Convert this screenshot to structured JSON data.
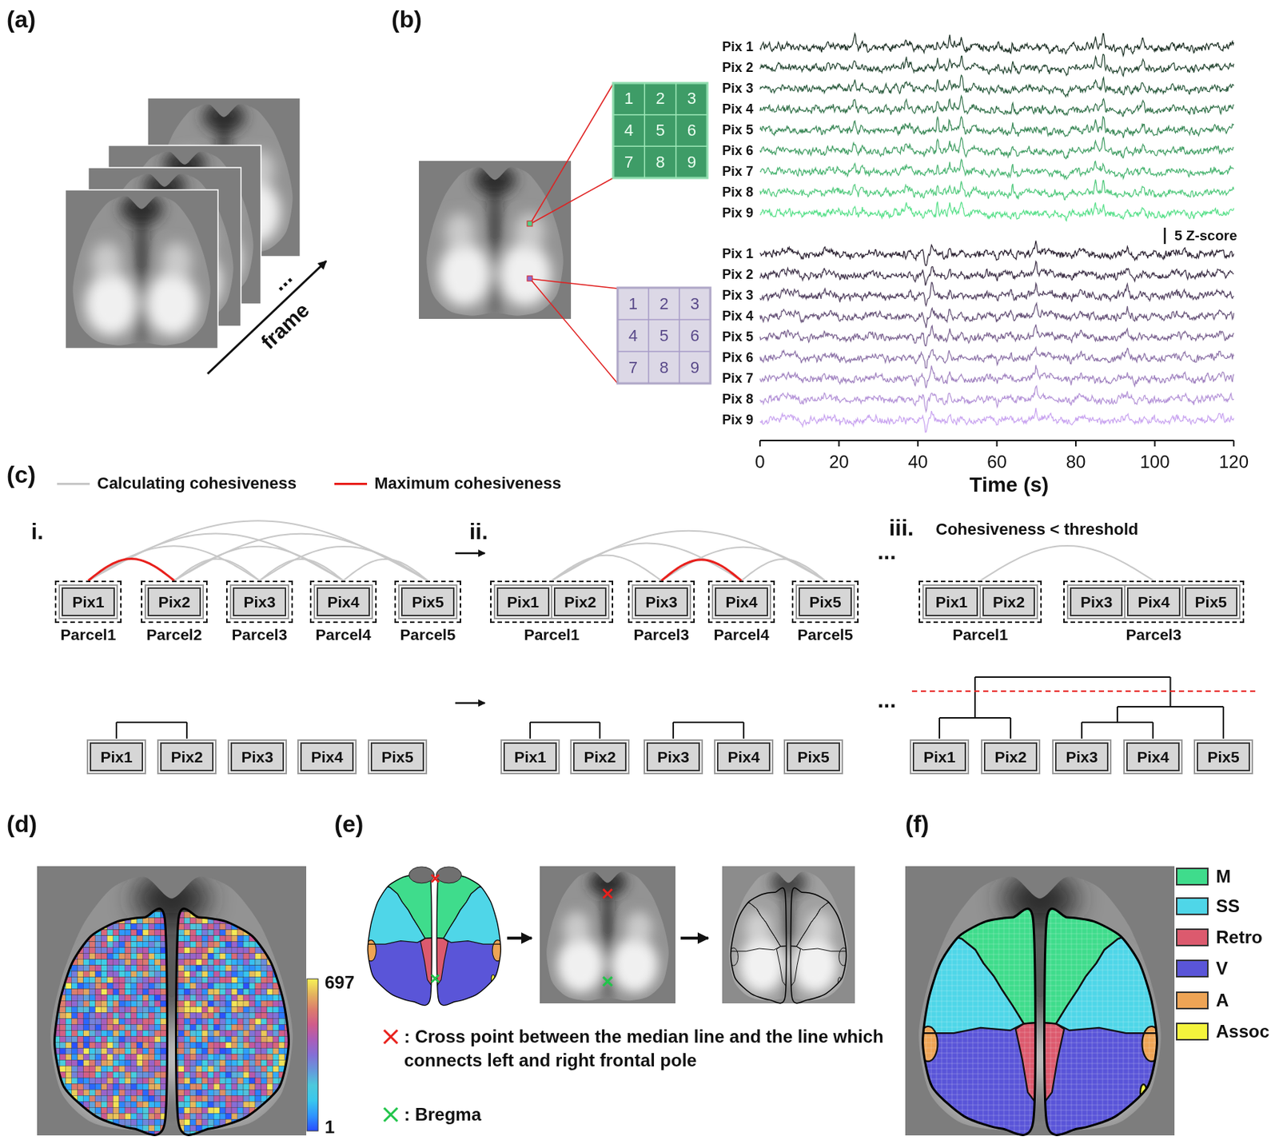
{
  "diagram": {
    "nodes": [
      {
        "text": [
          "Parcel1"
        ]
      },
      {
        "text": [
          "Pix1"
        ],
        "in": 0
      },
      {
        "text": [
          "Parcel2"
        ]
      },
      {
        "text": [
          "Pix2"
        ],
        "in": 2
      },
      {
        "text": [
          "Parcel3"
        ]
      },
      {
        "text": [
          "Pix3"
        ],
        "in": 4
      },
      {
        "text": [
          "Parcel4"
        ]
      },
      {
        "text": [
          "Pix4"
        ],
        "in": 6
      },
      {
        "text": [
          "Parcel5"
        ]
      },
      {
        "text": [
          "Pix5"
        ],
        "in": 8
      },
      {
        "text": [
          "Parcel1"
        ]
      },
      {
        "text": [
          "Pix1"
        ],
        "in": 10
      },
      {
        "text": [
          "Pix2"
        ],
        "in": 10
      },
      {
        "text": [
          "Parcel3"
        ]
      },
      {
        "text": [
          "Pix3"
        ],
        "in": 13
      },
      {
        "text": [
          "Parcel4"
        ]
      },
      {
        "text": [
          "Pix4"
        ],
        "in": 15
      },
      {
        "text": [
          "Parcel5"
        ]
      },
      {
        "text": [
          "Pix5"
        ],
        "in": 17
      },
      {
        "text": [
          "Parcel1"
        ]
      },
      {
        "text": [
          "Pix1"
        ],
        "in": 19
      },
      {
        "text": [
          "Pix2"
        ],
        "in": 19
      },
      {
        "text": [
          "Parcel3"
        ]
      },
      {
        "text": [
          "Pix3"
        ],
        "in": 22
      },
      {
        "text": [
          "Pix4"
        ],
        "in": 22
      },
      {
        "text": [
          "Pix5"
        ],
        "in": 22
      },
      {
        "text": [
          "Pix1"
        ]
      },
      {
        "text": [
          "Pix2"
        ]
      },
      {
        "text": [
          "Pix3"
        ]
      },
      {
        "text": [
          "Pix4"
        ]
      },
      {
        "text": [
          "Pix5"
        ]
      },
      {
        "text": [
          "Pix1"
        ]
      },
      {
        "text": [
          "Pix2"
        ]
      },
      {
        "text": [
          "Pix3"
        ]
      },
      {
        "text": [
          "Pix4"
        ]
      },
      {
        "text": [
          "Pix5"
        ]
      },
      {
        "text": [
          "Pix1"
        ]
      },
      {
        "text": [
          "Pix2"
        ]
      },
      {
        "text": [
          "Pix3"
        ]
      },
      {
        "text": [
          "Pix4"
        ]
      },
      {
        "text": [
          "Pix5"
        ]
      }
    ],
    "edges": [
      {
        "from": 0,
        "to": 2,
        "arrow": "none"
      },
      {
        "from": 0,
        "to": 4,
        "arrow": "none"
      },
      {
        "from": 0,
        "to": 6,
        "arrow": "none"
      },
      {
        "from": 0,
        "to": 8,
        "arrow": "none"
      },
      {
        "from": 2,
        "to": 4,
        "arrow": "none"
      },
      {
        "from": 2,
        "to": 6,
        "arrow": "none"
      },
      {
        "from": 2,
        "to": 8,
        "arrow": "none"
      },
      {
        "from": 4,
        "to": 6,
        "arrow": "none"
      },
      {
        "from": 4,
        "to": 8,
        "arrow": "none"
      },
      {
        "from": 6,
        "to": 8,
        "arrow": "none"
      },
      {
        "from": 10,
        "to": 13,
        "arrow": "none"
      },
      {
        "from": 10,
        "to": 15,
        "arrow": "none"
      },
      {
        "from": 10,
        "to": 17,
        "arrow": "none"
      },
      {
        "from": 13,
        "to": 15,
        "arrow": "none"
      },
      {
        "from": 13,
        "to": 17,
        "arrow": "none"
      },
      {
        "from": 15,
        "to": 17,
        "arrow": "none"
      },
      {
        "from": 19,
        "to": 22,
        "arrow": "none"
      }
    ],
    "labels": [
      "(a)",
      "frame",
      "...",
      "(b)",
      "1",
      "2",
      "3",
      "4",
      "5",
      "6",
      "7",
      "8",
      "9",
      "1",
      "2",
      "3",
      "4",
      "5",
      "6",
      "7",
      "8",
      "9",
      "Pix 1",
      "Pix 2",
      "Pix 3",
      "Pix 4",
      "Pix 5",
      "Pix 6",
      "Pix 7",
      "Pix 8",
      "Pix 9",
      "5 Z-score",
      "Pix 1",
      "Pix 2",
      "Pix 3",
      "Pix 4",
      "Pix 5",
      "Pix 6",
      "Pix 7",
      "Pix 8",
      "Pix 9",
      "0",
      "20",
      "40",
      "60",
      "80",
      "100",
      "120",
      "Time (s)",
      "(c)",
      "i.",
      "ii.",
      "iii.",
      "Cohesiveness < threshold",
      "...",
      "...",
      "(d)",
      "697",
      "1",
      "(e)",
      ": Cross point between the median line and the line which connects left and right frontal pole",
      ": Bregma",
      "(f)"
    ],
    "legend": [
      {
        "text": "Calculating cohesiveness"
      },
      {
        "text": "Maximum cohesiveness"
      },
      {
        "text": "M",
        "color": "#3fdc8c"
      },
      {
        "text": "SS",
        "color": "#4fd6e8"
      },
      {
        "text": "Retro",
        "color": "#dc5a6e"
      },
      {
        "text": "V",
        "color": "#5a55d8"
      },
      {
        "text": "A",
        "color": "#eea455"
      },
      {
        "text": "Assoc",
        "color": "#f4f43c"
      }
    ]
  }
}
